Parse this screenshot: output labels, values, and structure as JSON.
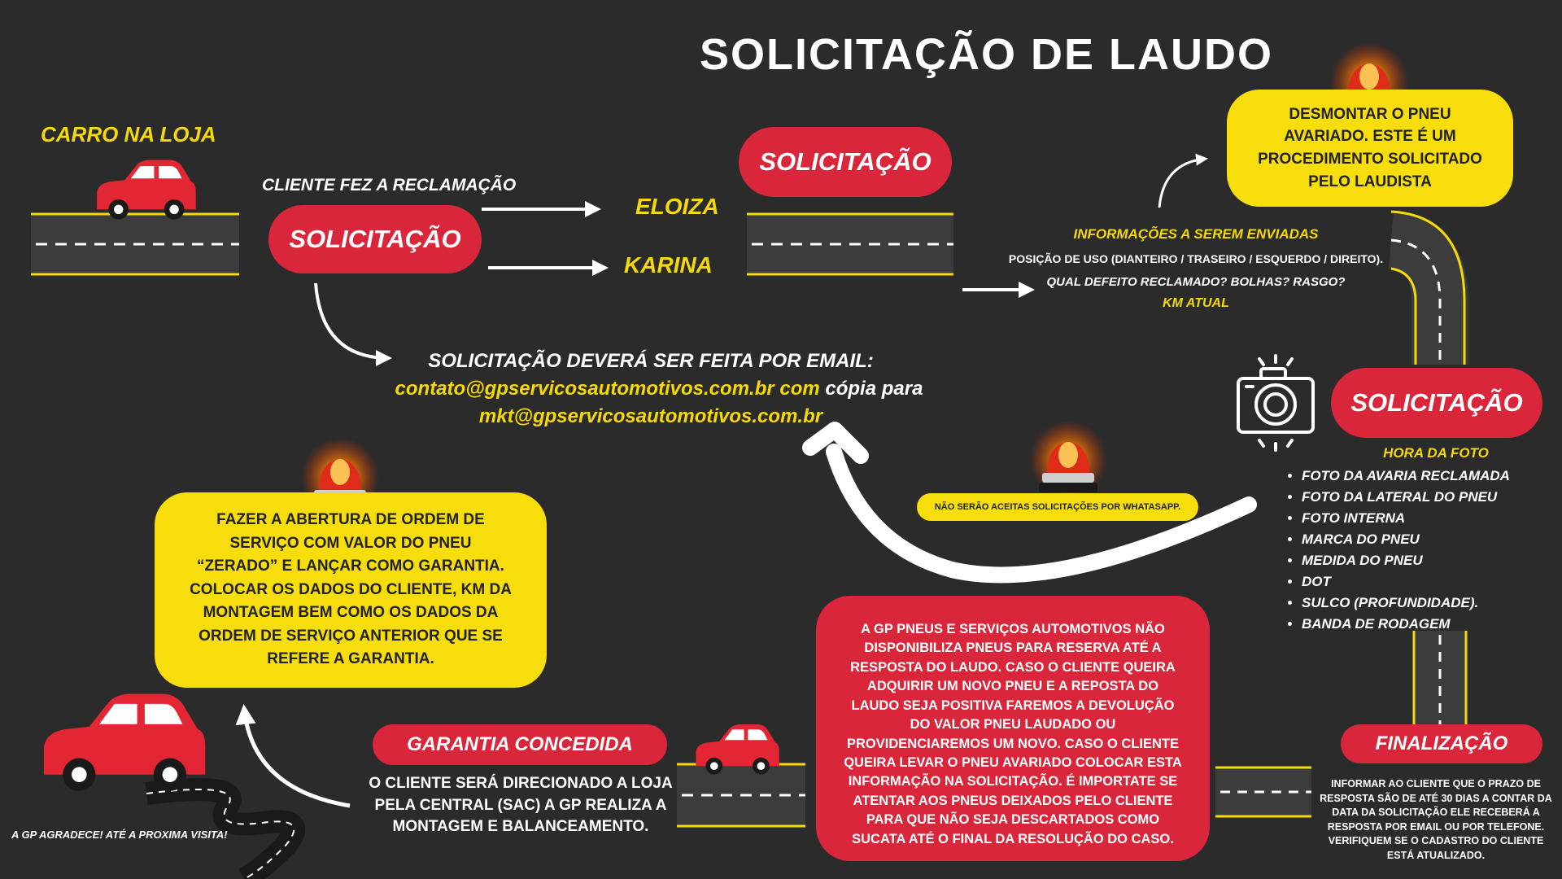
{
  "title": "SOLICITAÇÃO DE LAUDO",
  "colors": {
    "background": "#2b2b2b",
    "red": "#d9263b",
    "yellow": "#f7dd0c",
    "text": "#ffffff"
  },
  "steps": {
    "car_store": "CARRO NA LOJA",
    "client_complaint": "CLIENTE FEZ A RECLAMAÇÃO",
    "request_label": "SOLICITAÇÃO",
    "contact_1": "ELOIZA",
    "contact_2": "KARINA"
  },
  "email_note": {
    "line1": "SOLICITAÇÃO DEVERÁ SER FEITA POR EMAIL:",
    "email1": "contato@gpservicosautomotivos.com.br com",
    "copy_text": "cópia para",
    "email2": "mkt@gpservicosautomotivos.com.br"
  },
  "info": {
    "title": "INFORMAÇÕES A SEREM ENVIADAS",
    "line1": "POSIÇÃO DE USO (DIANTEIRO / TRASEIRO / ESQUERDO / DIREITO).",
    "line2": "QUAL DEFEITO RECLAMADO? BOLHAS? RASGO?",
    "line3": "KM ATUAL"
  },
  "dismount_box": "DESMONTAR O PNEU AVARIADO. ESTE É UM PROCEDIMENTO SOLICITADO PELO LAUDISTA",
  "photo": {
    "title": "HORA DA FOTO",
    "items": [
      "FOTO DA AVARIA RECLAMADA",
      "FOTO DA LATERAL DO PNEU",
      "FOTO INTERNA",
      "MARCA DO PNEU",
      "MEDIDA DO PNEU",
      "DOT",
      "SULCO (PROFUNDIDADE).",
      "BANDA DE RODAGEM"
    ]
  },
  "whatsapp_note": "NÃO SERÃO ACEITAS SOLICITAÇÕES POR WHATASAPP.",
  "warranty_box": "FAZER A ABERTURA DE ORDEM DE SERVIÇO COM VALOR DO PNEU “ZERADO” E LANÇAR COMO GARANTIA. COLOCAR OS DADOS DO CLIENTE, KM DA MONTAGEM BEM COMO OS DADOS DA ORDEM DE SERVIÇO ANTERIOR QUE SE REFERE A GARANTIA.",
  "warranty": {
    "label": "GARANTIA CONCEDIDA",
    "text": "O CLIENTE SERÁ DIRECIONADO A LOJA PELA CENTRAL (SAC) A GP REALIZA A MONTAGEM E BALANCEAMENTO."
  },
  "gp_box": "A GP PNEUS E SERVIÇOS AUTOMOTIVOS NÃO DISPONIBILIZA PNEUS PARA RESERVA ATÉ A RESPOSTA DO LAUDO. CASO O CLIENTE QUEIRA ADQUIRIR UM NOVO PNEU E A REPOSTA DO LAUDO SEJA POSITIVA FAREMOS A DEVOLUÇÃO DO VALOR PNEU LAUDADO OU PROVIDENCIAREMOS UM NOVO. CASO O CLIENTE QUEIRA LEVAR O PNEU AVARIADO COLOCAR ESTA INFORMAÇÃO NA SOLICITAÇÃO. É IMPORTATE SE ATENTAR AOS PNEUS DEIXADOS PELO CLIENTE PARA QUE NÃO SEJA DESCARTADOS COMO SUCATA ATÉ O FINAL DA RESOLUÇÃO DO CASO.",
  "final": {
    "label": "FINALIZAÇÃO",
    "text": "INFORMAR AO CLIENTE QUE O PRAZO DE RESPOSTA SÃO DE ATÉ 30 DIAS A CONTAR DA DATA DA SOLICITAÇÃO ELE RECEBERÁ A RESPOSTA POR EMAIL OU POR TELEFONE. VERIFIQUEM SE O CADASTRO DO CLIENTE ESTÁ ATUALIZADO."
  },
  "thanks": "A GP AGRADECE! ATÉ A PROXIMA VISITA!"
}
